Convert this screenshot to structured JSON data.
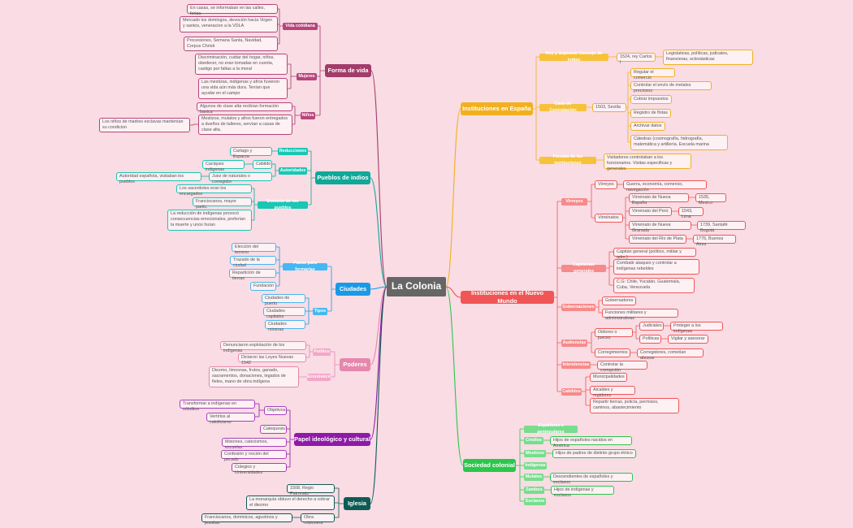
{
  "root": "La Colonia",
  "forma_vida": {
    "title": "Forma de vida",
    "vida": {
      "label": "Vida cotidiana",
      "items": [
        "En casas, se informaban en las calles, ferias.",
        "Mercado los domingos, devoción hacia Virgen y santos, veneracion a la VDLA",
        "Procesiones, Semana Santa, Navidad, Corpus Christi"
      ]
    },
    "mujeres": {
      "label": "Mujeres",
      "items": [
        "Discriminación, cuidar del hogar, niños, obedecer, no eran tomadas en cuenta, castigo por faltas a la moral",
        "Las mestizas, indígenas y afros fuvieron una vida aún más dura. Tenían que ayudar en el campo"
      ]
    },
    "ninos": {
      "label": "Niños",
      "items": [
        "Algunos de clase alta recibían formación basica",
        "Mestizos, mulatos y afros fueron entregados a dueños de talleres, servían a casas de clase alta."
      ],
      "far": "Los niños de madres esclavas mantenían su condicion"
    }
  },
  "pueblos": {
    "title": "Pueblos de indios",
    "reducciones": {
      "label": "Reducciones",
      "item": "Cartago y Esparza"
    },
    "autoridades": {
      "label": "Autoridades",
      "cabildo": "Cabildo",
      "caciques": "Caciques indigenas",
      "juez": "Juez de naturales o corregidor",
      "far": "Autoridad española, visitaban los pueblos"
    },
    "dominio": {
      "label": "Dominio de los pueblos",
      "items": [
        "Los sacerdotes eran los encargados",
        "Franciscanos, mayor partic.",
        "La reducción de indígenas provocó consecuencias emocionales, preferían la muerte y unos huían"
      ]
    }
  },
  "ciudades": {
    "title": "Ciudades",
    "pasos": {
      "label": "Pasos para formarlas",
      "items": [
        "Elección del terreno",
        "Trazado de la ciudad",
        "Repartición de tierras",
        "Fundación"
      ]
    },
    "tipos": {
      "label": "Tipos",
      "items": [
        "Ciudades de puerto",
        "Ciudades capitales",
        "Ciudades mineras"
      ]
    }
  },
  "poderes": {
    "title": "Poderes",
    "politico": {
      "label": "Político",
      "items": [
        "Denunciaron explotación de los indígenas",
        "Dictaron las Leyes Nuevas 1542"
      ]
    },
    "economico": {
      "label": "Económico",
      "item": "Diezmo, limosnas, frutos, ganado, sacramentos, donaciones, legados de fieles, mano de obra indígena"
    }
  },
  "papel": {
    "title": "Papel ideológico y cultural",
    "objetivos": {
      "label": "Objetivos",
      "items": [
        "Transformar a indígenas en súbditos",
        "Vertirlos al catolicismo"
      ]
    },
    "items": [
      "Catequesis",
      "Misiones, catecismos, escuelas",
      "Confesión y noción del pecado",
      "Colegios y Universidades"
    ]
  },
  "iglesia": {
    "title": "Iglesia",
    "items": [
      "1508. Regio Patronato",
      "La monarquía obtuvo el derecho a cobrar el diezmo"
    ],
    "obra": {
      "label": "Obra misionera",
      "far": "Franciscanos, dominicos, agustinos y jesuitas"
    }
  },
  "espana": {
    "title": "Instituciones en España",
    "rey": {
      "label": "Rey y Supremo Consejo de indias",
      "sub": "1524, rey Carlos I",
      "item": "Legislativas, políticas, judicales, financieras, eclesiásticas"
    },
    "casa": {
      "label": "Casa de Contratación",
      "sub": "1503, Sevilla",
      "items": [
        "Regular el comercio",
        "Controlar el envío de metales preciosos",
        "Cobrar impuestos",
        "Registro de flotas",
        "Archivar datos",
        "Cátedras (cosmografía, hidrografía, matemática y artillería. Escuela marina"
      ]
    },
    "fiscalia": {
      "label": "Fiscalia de las instituciones",
      "item": "Visitadores controlaban a los funcionarios. Visitas especificas y generales"
    }
  },
  "nuevo": {
    "title": "Instituciones en el Nuevo Mundo",
    "virreyes": {
      "label": "Virreyes",
      "sub": "Virreyes",
      "sub_item": "Guerra, economía, comercio, navegación",
      "virreinatos": "Virreinatos",
      "list": [
        {
          "name": "Virreinato de Nueva España",
          "date": "1535, Mexico"
        },
        {
          "name": "Virreinato del Perú",
          "date": "1543, Lima"
        },
        {
          "name": "Virreinato de Nueva Granada",
          "date": "1739, Santafé Bogotá"
        },
        {
          "name": "Virreinato del Río de Plata",
          "date": "1776, Buenos Aires"
        }
      ]
    },
    "capitanias": {
      "label": "Capitanías generales",
      "items": [
        "Capitán general (político, militar y adm.)",
        "Combatir ataques y controlar a indígenas rebeldes",
        "C.G: Chile, Yucatán, Guatemala, Cuba, Venezuela"
      ]
    },
    "gobernaciones": {
      "label": "Gobernaciones",
      "items": [
        "Gobernadores",
        "Funciones militares y administrativas"
      ]
    },
    "audiencias": {
      "label": "Audiencias",
      "oidores": "Oidores o jueces",
      "judiciales": "Judiciales",
      "jud_item": "Proteger a los indígenas",
      "politicas": "Políticas",
      "pol_item": "Vigilar y asesorar",
      "corregimientos": "Corregimientos",
      "corr_item": "Corregidores, cometían abusos"
    },
    "intendencias": {
      "label": "Intendencias",
      "item": "Controlar la corrupción"
    },
    "cabildos": {
      "label": "Cabildos",
      "items": [
        "Municipalidades",
        "Alcaldes y regidores",
        "Repartir tierras, policía, permisos, caminos, abastecimiento"
      ]
    }
  },
  "sociedad": {
    "title": "Sociedad colonial",
    "groups": [
      {
        "label": "Españoles o peninsulares",
        "item": ""
      },
      {
        "label": "Criollos",
        "item": "Hijos de españoles nacidos en América"
      },
      {
        "label": "Mestizos",
        "item": "Hijos de padres de distinto grupo étnico"
      },
      {
        "label": "Indígenas",
        "item": ""
      },
      {
        "label": "Mulatos",
        "item": "Descendientes de españoles y esclavos"
      },
      {
        "label": "Zambos",
        "item": "Hijos de indígenas y esclavos"
      },
      {
        "label": "Esclavos",
        "item": ""
      }
    ]
  },
  "colors": {
    "forma": "#a23c6a",
    "pueblos": "#0fa899",
    "ciudades": "#1a9ae6",
    "poderes": "#e687ad",
    "papel": "#8e1aa6",
    "iglesia": "#0d5b55",
    "espana": "#f2b01f",
    "nuevo": "#f05656",
    "sociedad": "#2bc64b"
  }
}
